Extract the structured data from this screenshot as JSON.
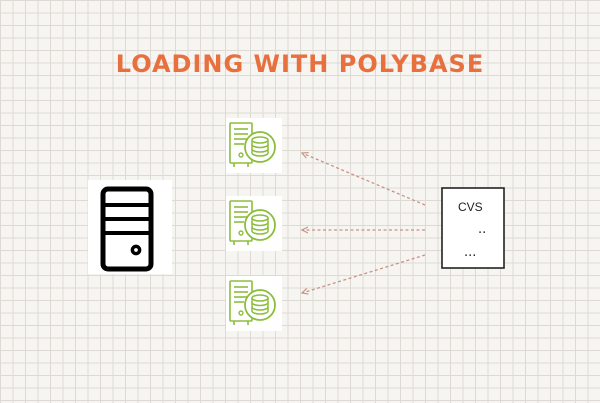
{
  "title": "LOADING WITH POLYBASE",
  "colors": {
    "title": "#e8703f",
    "db_server": "#8cbd3e",
    "arrow": "#c99285",
    "main_server": "#000000"
  },
  "icons": {
    "main_server": "server-tower-icon",
    "compute_nodes": "database-server-icon",
    "source_file": "document-icon"
  },
  "source_file": {
    "label": "CVS",
    "line2": "..",
    "line3": "..."
  },
  "compute_nodes": [
    {
      "id": "node-1"
    },
    {
      "id": "node-2"
    },
    {
      "id": "node-3"
    }
  ]
}
